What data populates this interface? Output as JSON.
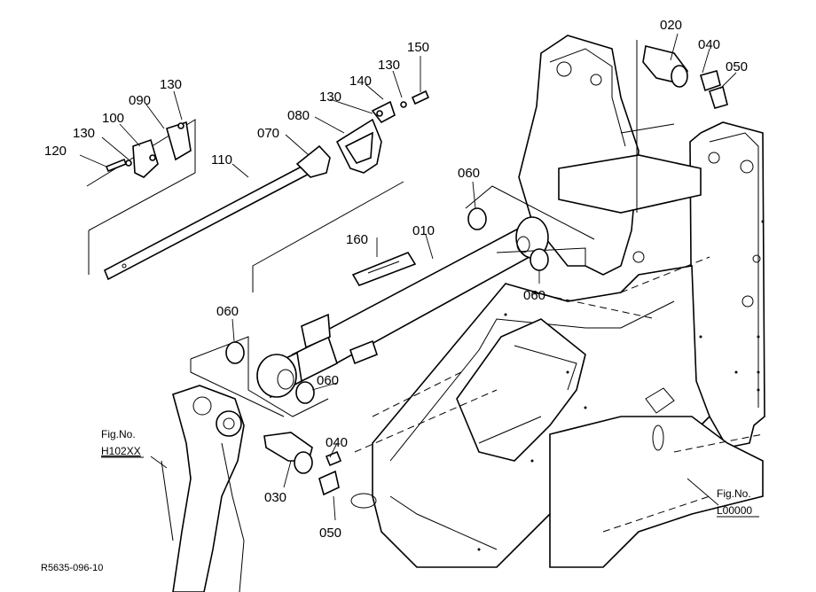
{
  "diagram": {
    "drawing_number": "R5635-096-10",
    "figure_refs": [
      {
        "id": "fig-h102xx",
        "line1": "Fig.No.",
        "line2": "H102XX"
      },
      {
        "id": "fig-l00000",
        "line1": "Fig.No.",
        "line2": "L00000"
      }
    ],
    "callouts": {
      "c010": "010",
      "c020": "020",
      "c030": "030",
      "c040_top": "040",
      "c040_bottom": "040",
      "c050_top": "050",
      "c050_bottom": "050",
      "c060_top": "060",
      "c060_right": "060",
      "c060_left": "060",
      "c060_lower": "060",
      "c070": "070",
      "c080": "080",
      "c090": "090",
      "c100": "100",
      "c110": "110",
      "c120": "120",
      "c130_a": "130",
      "c130_b": "130",
      "c130_c": "130",
      "c130_d": "130",
      "c140": "140",
      "c150": "150",
      "c160": "160"
    }
  }
}
